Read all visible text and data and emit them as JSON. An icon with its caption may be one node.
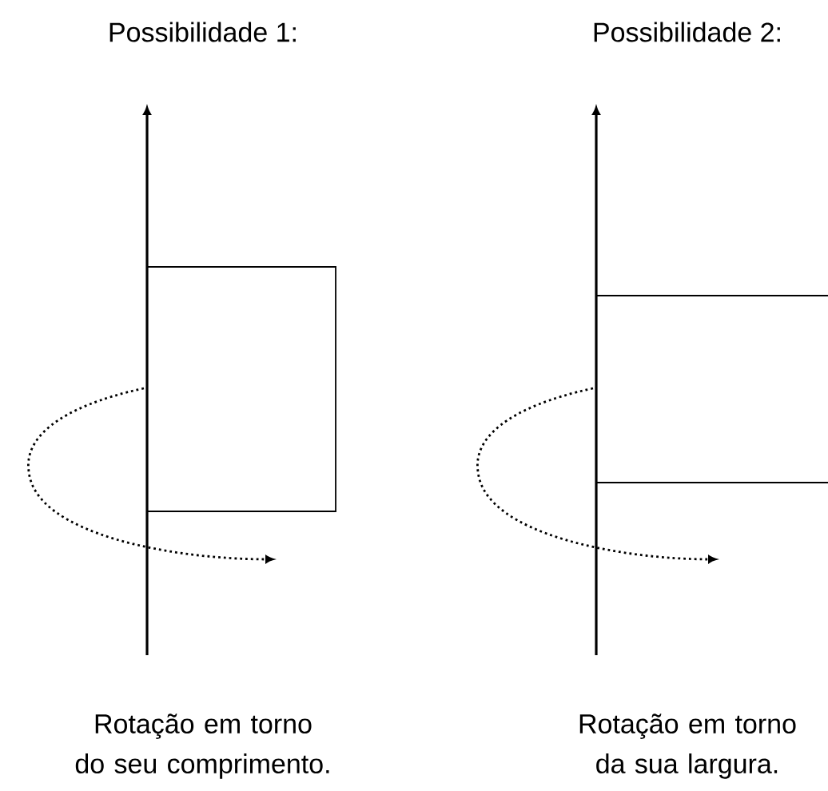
{
  "diagram": {
    "labels": [
      "Possibilidade 1:",
      "Possibilidade 2:",
      "Rotação em torno do seu comprimento.",
      "Rotação em torno da sua largura."
    ]
  }
}
